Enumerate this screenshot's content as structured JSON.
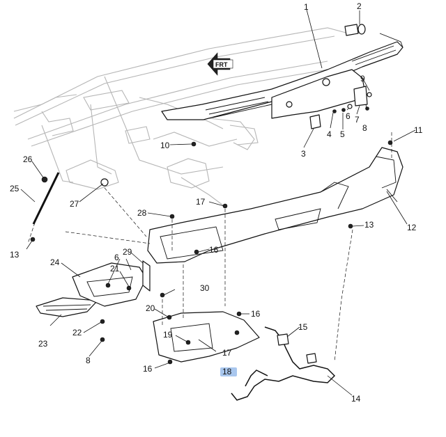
{
  "direction_marker": {
    "text": "FRT"
  },
  "highlight_color": "#a9c7ee",
  "callouts": [
    {
      "id": "1",
      "label": "1"
    },
    {
      "id": "2",
      "label": "2"
    },
    {
      "id": "3",
      "label": "3"
    },
    {
      "id": "4",
      "label": "4"
    },
    {
      "id": "5",
      "label": "5"
    },
    {
      "id": "6a",
      "label": "6"
    },
    {
      "id": "6b",
      "label": "6"
    },
    {
      "id": "7",
      "label": "7"
    },
    {
      "id": "8a",
      "label": "8"
    },
    {
      "id": "8b",
      "label": "8"
    },
    {
      "id": "9",
      "label": "9"
    },
    {
      "id": "10",
      "label": "10"
    },
    {
      "id": "11",
      "label": "11"
    },
    {
      "id": "12",
      "label": "12"
    },
    {
      "id": "13a",
      "label": "13"
    },
    {
      "id": "13b",
      "label": "13"
    },
    {
      "id": "14",
      "label": "14"
    },
    {
      "id": "15",
      "label": "15"
    },
    {
      "id": "16a",
      "label": "16"
    },
    {
      "id": "16b",
      "label": "16"
    },
    {
      "id": "16c",
      "label": "16"
    },
    {
      "id": "17a",
      "label": "17"
    },
    {
      "id": "17b",
      "label": "17"
    },
    {
      "id": "18",
      "label": "18",
      "highlighted": true
    },
    {
      "id": "19",
      "label": "19"
    },
    {
      "id": "20",
      "label": "20"
    },
    {
      "id": "21",
      "label": "21"
    },
    {
      "id": "22",
      "label": "22"
    },
    {
      "id": "23",
      "label": "23"
    },
    {
      "id": "24",
      "label": "24"
    },
    {
      "id": "25",
      "label": "25"
    },
    {
      "id": "26",
      "label": "26"
    },
    {
      "id": "27",
      "label": "27"
    },
    {
      "id": "28",
      "label": "28"
    },
    {
      "id": "29",
      "label": "29"
    },
    {
      "id": "30",
      "label": "30"
    }
  ]
}
